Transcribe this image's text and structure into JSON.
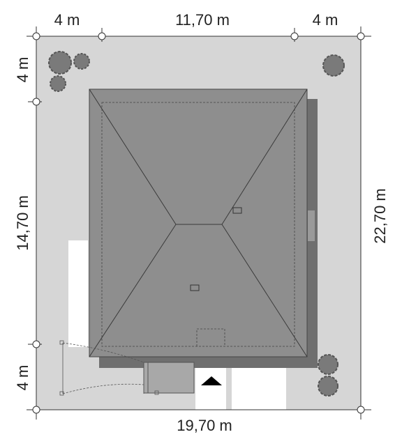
{
  "dimensions": {
    "top_left_setback": "4 m",
    "top_house_width": "11,70 m",
    "top_right_setback": "4 m",
    "left_top_setback": "4 m",
    "left_house_depth": "14,70 m",
    "left_bottom_setback": "4 m",
    "right_total_depth": "22,70 m",
    "bottom_total_width": "19,70 m"
  },
  "colors": {
    "plot": "#d6d6d6",
    "roof": "#8e8e8e",
    "roof_shadow": "#6f6f6f",
    "paving": "#ffffff",
    "tree": "#7a7a7a",
    "line": "#333333"
  },
  "icons": {
    "entrance": "entrance-arrow-icon",
    "tree": "tree-icon",
    "survey_point": "survey-point-icon"
  }
}
